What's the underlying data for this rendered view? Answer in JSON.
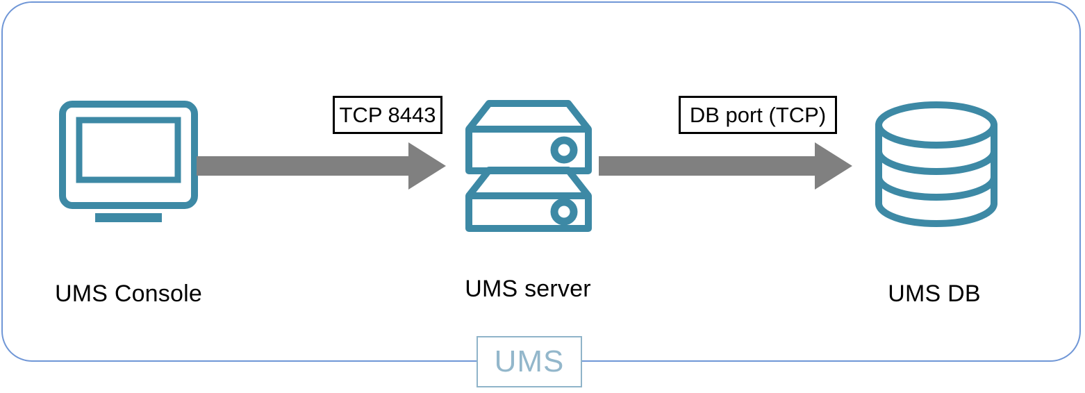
{
  "diagram": {
    "type": "network-flow",
    "title": "",
    "frame_border_color": "#6f96d6",
    "accent_color": "#3d89a5",
    "arrow_color": "#808080",
    "label_border_color": "#000000",
    "badge_color": "#93b7cb",
    "nodes": [
      {
        "id": "ums-console",
        "icon": "monitor-icon",
        "caption": "UMS Console"
      },
      {
        "id": "ums-server",
        "icon": "server-rack-icon",
        "caption": "UMS server"
      },
      {
        "id": "ums-db",
        "icon": "database-cylinder-icon",
        "caption": "UMS DB"
      }
    ],
    "connections": [
      {
        "id": "console-to-server",
        "from": "ums-console",
        "to": "ums-server",
        "label": "TCP 8443",
        "arrow": "right-arrow-icon"
      },
      {
        "id": "server-to-db",
        "from": "ums-server",
        "to": "ums-db",
        "label": "DB port (TCP)",
        "arrow": "right-arrow-icon"
      }
    ],
    "badge": {
      "label": "UMS"
    }
  }
}
